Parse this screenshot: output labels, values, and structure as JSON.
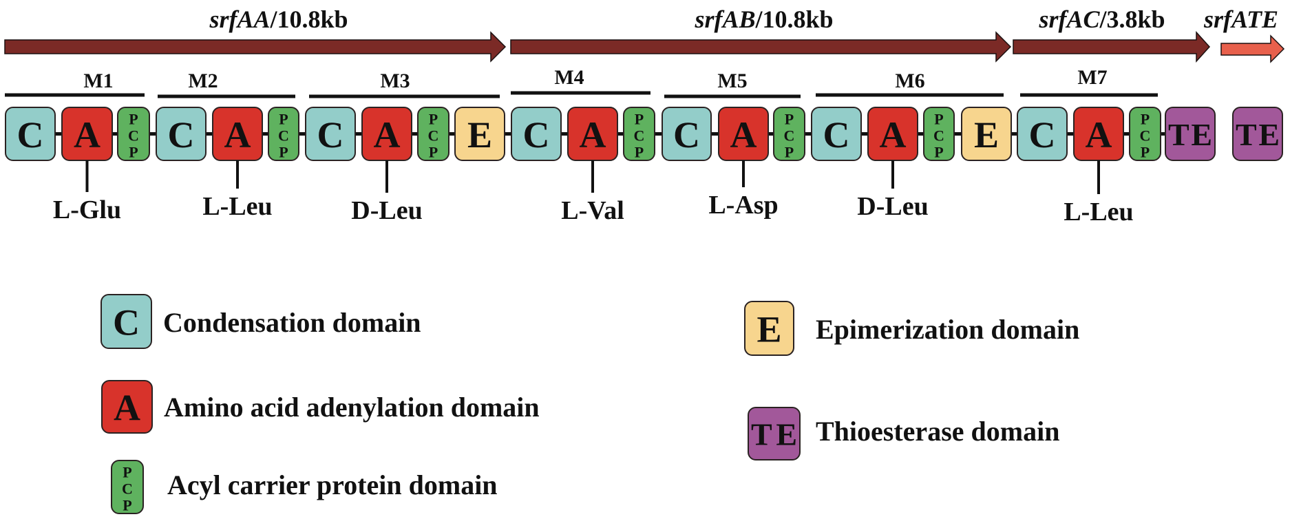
{
  "colors": {
    "gene_arrow": "#7b2a26",
    "gene_arrow_te": "#e8604c",
    "outline": "#2a2222",
    "C": "#93cdc9",
    "A": "#d8332b",
    "PCP": "#5fb25f",
    "E": "#f7d58e",
    "TE": "#a2589a"
  },
  "genes": [
    {
      "name": "srfAA",
      "size": "/10.8kb",
      "type": "main"
    },
    {
      "name": "srfAB",
      "size": "/10.8kb",
      "type": "main"
    },
    {
      "name": "srfAC",
      "size": "/3.8kb",
      "type": "main"
    },
    {
      "name": "srfATE",
      "size": "",
      "type": "te"
    }
  ],
  "modules": [
    "M1",
    "M2",
    "M3",
    "M4",
    "M5",
    "M6",
    "M7"
  ],
  "domains": [
    {
      "type": "C",
      "label": "C"
    },
    {
      "type": "A",
      "label": "A",
      "substrate": "L-Glu"
    },
    {
      "type": "PCP",
      "label": "PCP"
    },
    {
      "type": "C",
      "label": "C"
    },
    {
      "type": "A",
      "label": "A",
      "substrate": "L-Leu"
    },
    {
      "type": "PCP",
      "label": "PCP"
    },
    {
      "type": "C",
      "label": "C"
    },
    {
      "type": "A",
      "label": "A",
      "substrate": "D-Leu"
    },
    {
      "type": "PCP",
      "label": "PCP"
    },
    {
      "type": "E",
      "label": "E"
    },
    {
      "type": "C",
      "label": "C"
    },
    {
      "type": "A",
      "label": "A",
      "substrate": "L-Val"
    },
    {
      "type": "PCP",
      "label": "PCP"
    },
    {
      "type": "C",
      "label": "C"
    },
    {
      "type": "A",
      "label": "A",
      "substrate": "L-Asp"
    },
    {
      "type": "PCP",
      "label": "PCP"
    },
    {
      "type": "C",
      "label": "C"
    },
    {
      "type": "A",
      "label": "A",
      "substrate": "D-Leu"
    },
    {
      "type": "PCP",
      "label": "PCP"
    },
    {
      "type": "E",
      "label": "E"
    },
    {
      "type": "C",
      "label": "C"
    },
    {
      "type": "A",
      "label": "A",
      "substrate": "L-Leu"
    },
    {
      "type": "PCP",
      "label": "PCP"
    },
    {
      "type": "TE",
      "label": "TE"
    },
    {
      "type": "TE",
      "label": "TE",
      "separate": true
    }
  ],
  "legend": [
    {
      "type": "C",
      "label": "C",
      "text": "Condensation domain"
    },
    {
      "type": "A",
      "label": "A",
      "text": "Amino acid adenylation domain"
    },
    {
      "type": "PCP",
      "label": "PCP",
      "text": "Acyl carrier protein domain"
    },
    {
      "type": "E",
      "label": "E",
      "text": "Epimerization domain"
    },
    {
      "type": "TE",
      "label": "TE",
      "text": "Thioesterase domain"
    }
  ]
}
